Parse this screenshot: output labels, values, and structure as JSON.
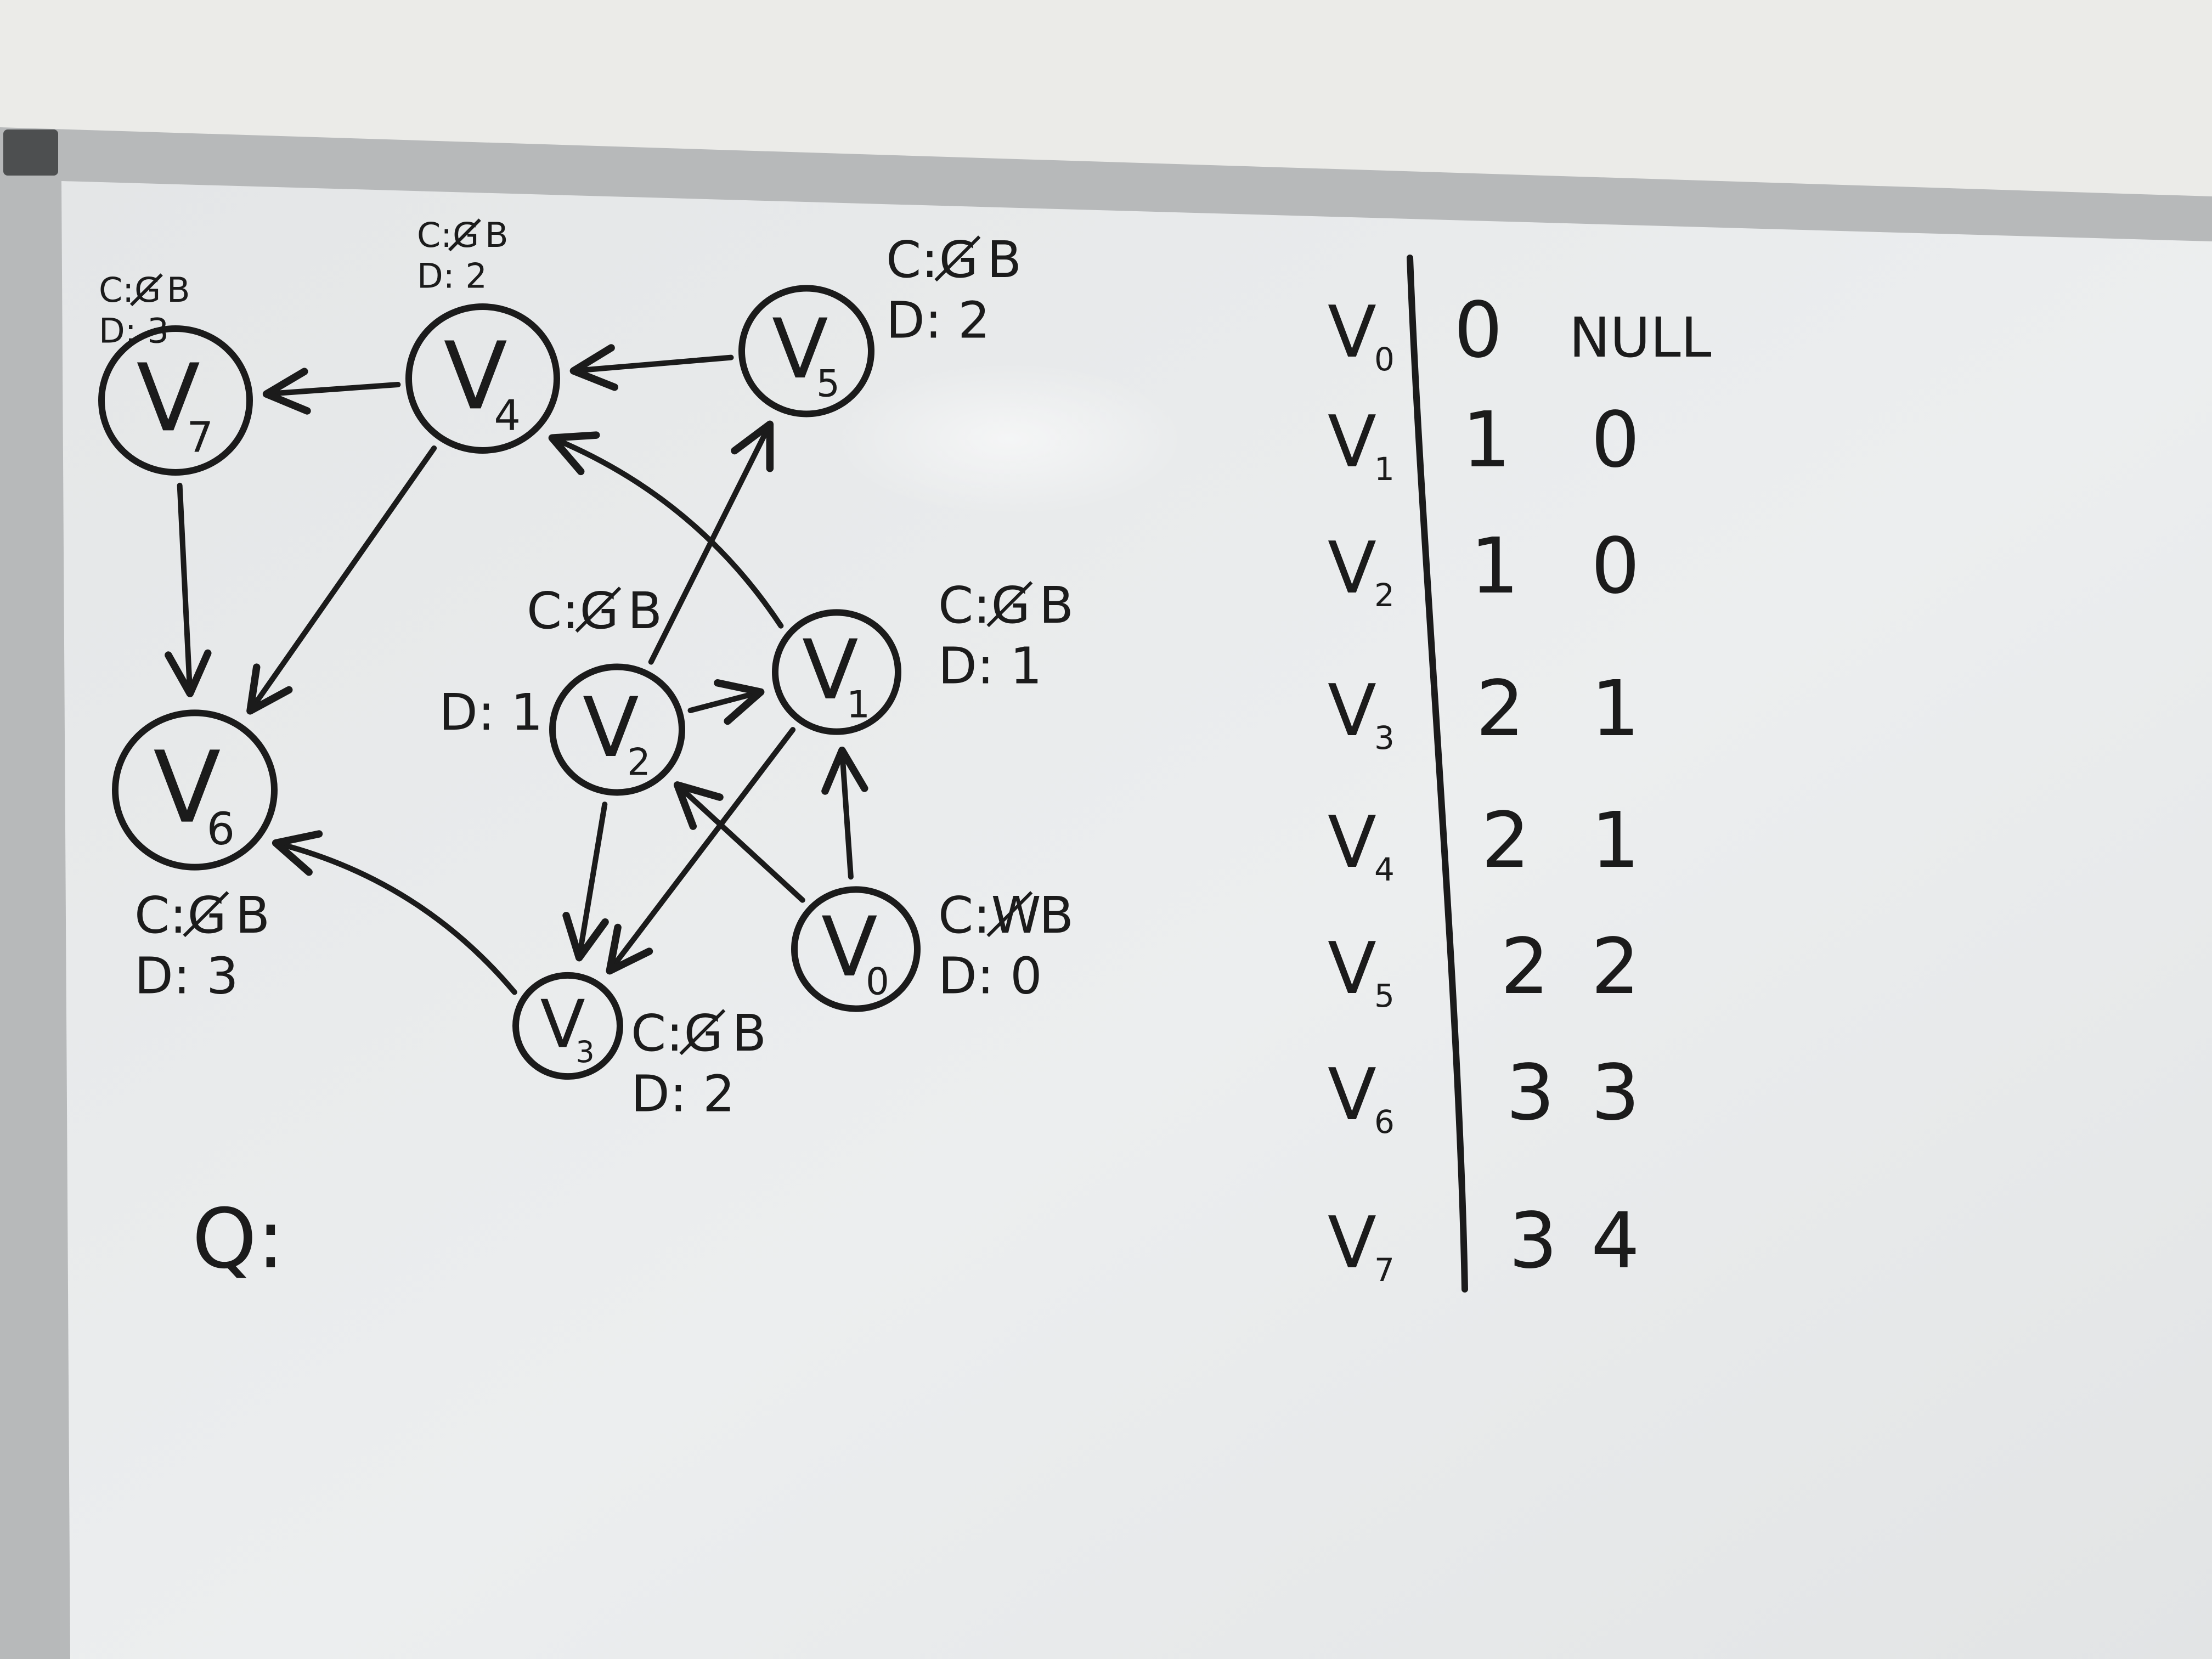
{
  "whiteboard": {
    "colors": {
      "wall": "#e9e9e6",
      "frame": "#b9bbbc",
      "frame_dark": "#8c8e8f",
      "board": "#e6e8e9",
      "marker": "#1b1b1b"
    }
  },
  "graph": {
    "nodes": [
      {
        "id": "V0",
        "sub": "0",
        "color_old": "W",
        "color": "B",
        "dist": "D: 0"
      },
      {
        "id": "V1",
        "sub": "1",
        "color_old": "G",
        "color": "B",
        "dist": "D: 1"
      },
      {
        "id": "V2",
        "sub": "2",
        "color_old": "G",
        "color": "B",
        "dist": "D: 1"
      },
      {
        "id": "V3",
        "sub": "3",
        "color_old": "G",
        "color": "B",
        "dist": "D: 2"
      },
      {
        "id": "V4",
        "sub": "4",
        "color_old": "G",
        "color": "B",
        "dist": "D: 2"
      },
      {
        "id": "V5",
        "sub": "5",
        "color_old": "G",
        "color": "B",
        "dist": "D: 2"
      },
      {
        "id": "V6",
        "sub": "6",
        "color_old": "G",
        "color": "B",
        "dist": "D: 3"
      },
      {
        "id": "V7",
        "sub": "7",
        "color_old": "G",
        "color": "B",
        "dist": "D: 3"
      }
    ],
    "edges": [
      {
        "from": "V0",
        "to": "V1"
      },
      {
        "from": "V0",
        "to": "V2"
      },
      {
        "from": "V2",
        "to": "V1"
      },
      {
        "from": "V2",
        "to": "V3"
      },
      {
        "from": "V2",
        "to": "V5"
      },
      {
        "from": "V1",
        "to": "V3"
      },
      {
        "from": "V1",
        "to": "V4"
      },
      {
        "from": "V5",
        "to": "V4"
      },
      {
        "from": "V4",
        "to": "V7"
      },
      {
        "from": "V4",
        "to": "V6"
      },
      {
        "from": "V7",
        "to": "V6"
      },
      {
        "from": "V3",
        "to": "V6"
      }
    ],
    "color_prefix": "C:",
    "queue_label": "Q:"
  },
  "table": {
    "rows": [
      {
        "vertex": "V0",
        "sub": "0",
        "dist": "0",
        "parent": "NULL"
      },
      {
        "vertex": "V1",
        "sub": "1",
        "dist": "1",
        "parent": "0"
      },
      {
        "vertex": "V2",
        "sub": "2",
        "dist": "1",
        "parent": "0"
      },
      {
        "vertex": "V3",
        "sub": "3",
        "dist": "2",
        "parent": "1"
      },
      {
        "vertex": "V4",
        "sub": "4",
        "dist": "2",
        "parent": "1"
      },
      {
        "vertex": "V5",
        "sub": "5",
        "dist": "2",
        "parent": "2"
      },
      {
        "vertex": "V6",
        "sub": "6",
        "dist": "3",
        "parent": "3"
      },
      {
        "vertex": "V7",
        "sub": "7",
        "dist": "3",
        "parent": "4"
      }
    ]
  }
}
